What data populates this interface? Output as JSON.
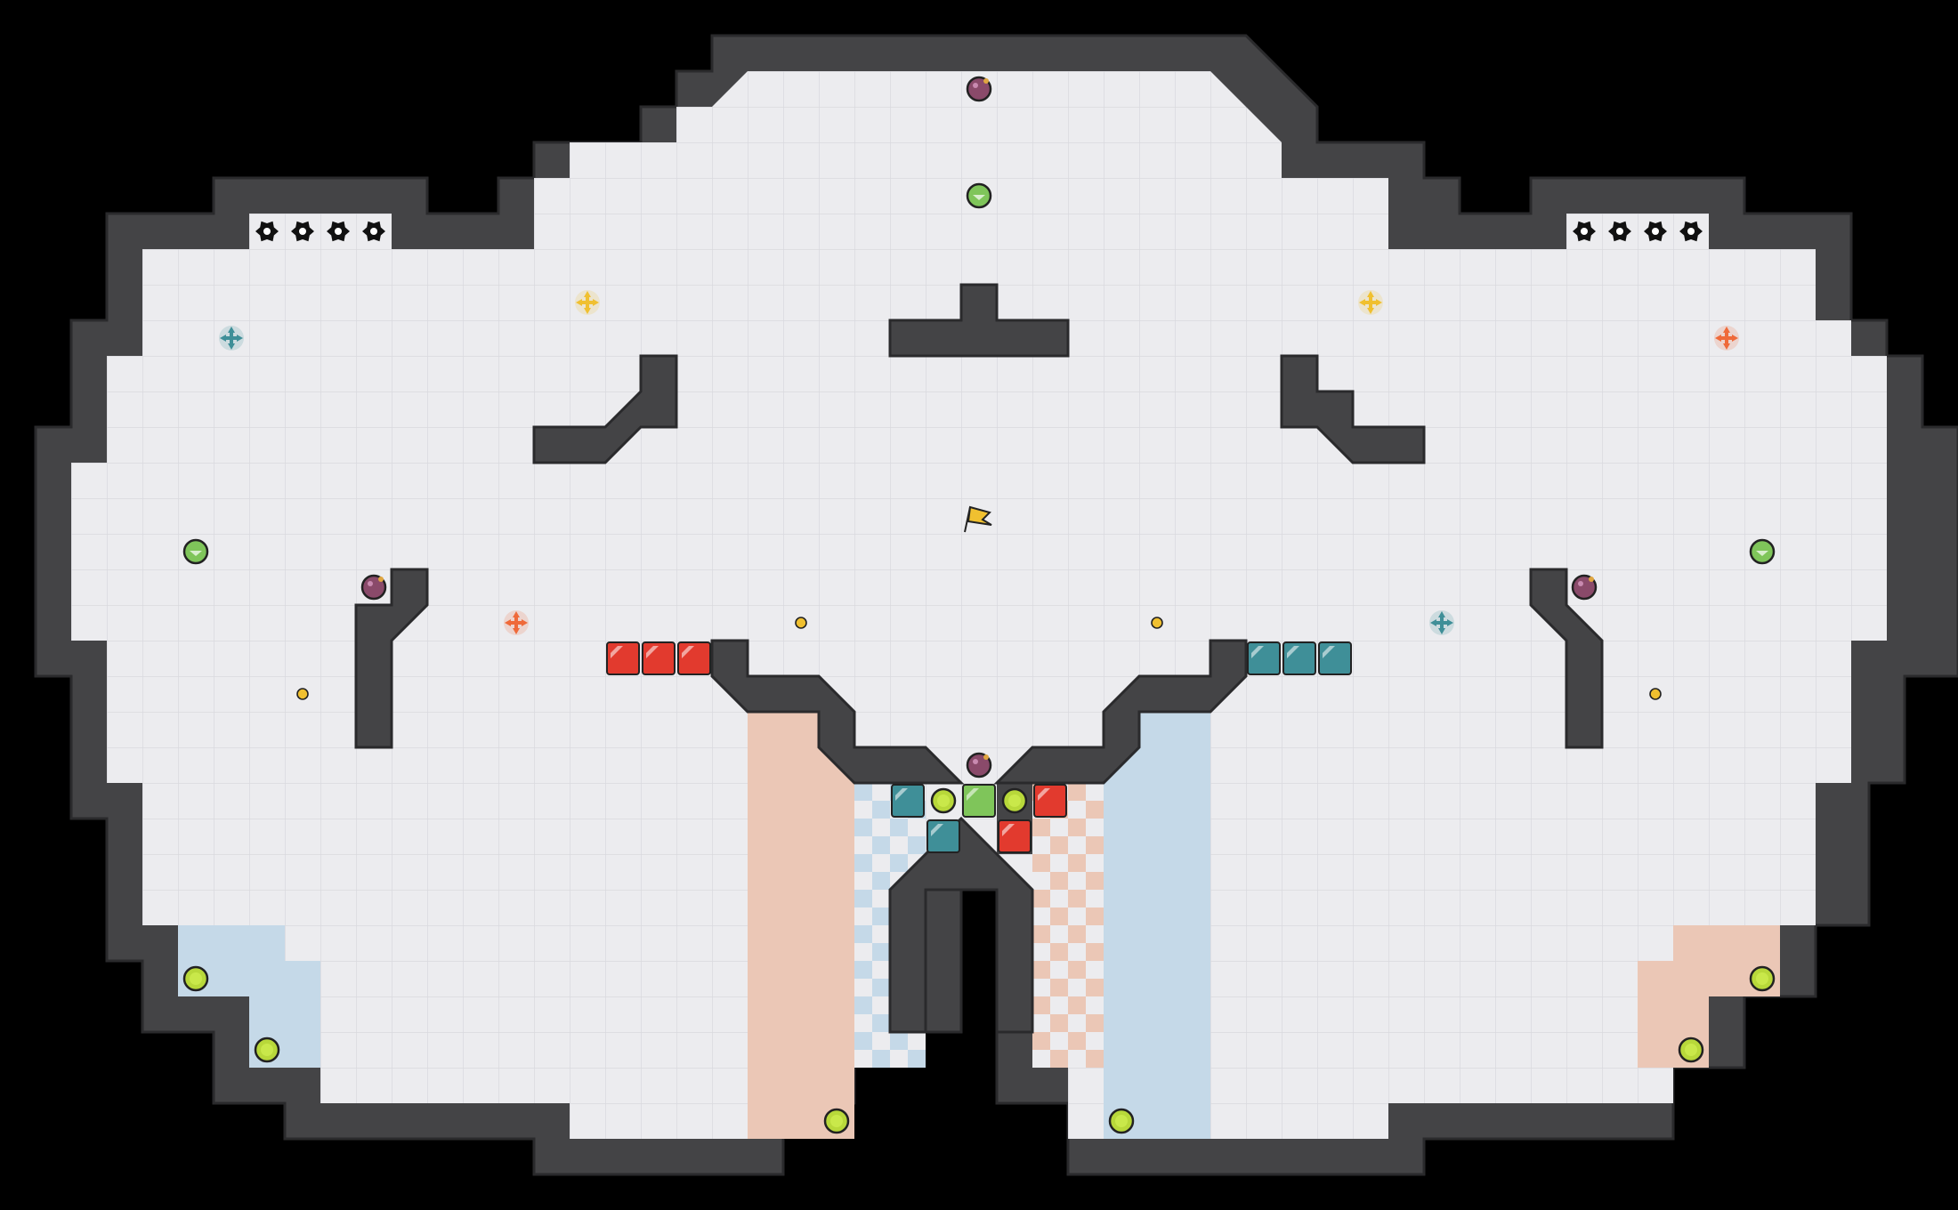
{
  "map": {
    "background": "#000000",
    "floor_color": "#ececef",
    "grid_color": "#d9d9de",
    "wall_color": "#444446",
    "wall_outline": "#2a2a2c",
    "red_zone_color": "#ebc7b6",
    "blue_zone_color": "#c5d9e8",
    "red_team_color": "#e23a2e",
    "blue_team_color": "#3f8f98",
    "neutral_color": "#7fc55a"
  },
  "objects": [
    {
      "kind": "flag",
      "team": "neutral",
      "icon": "yellow-flag-icon"
    },
    {
      "kind": "bomb",
      "icon": "bomb-icon"
    },
    {
      "kind": "powerup",
      "icon": "powerup-icon"
    },
    {
      "kind": "boost",
      "team": "red",
      "icon": "boost-red-icon"
    },
    {
      "kind": "boost",
      "team": "blue",
      "icon": "boost-blue-icon"
    },
    {
      "kind": "boost",
      "team": "neutral",
      "icon": "boost-yellow-icon"
    },
    {
      "kind": "spike",
      "icon": "spike-icon"
    },
    {
      "kind": "button",
      "icon": "button-icon"
    },
    {
      "kind": "gate",
      "team": "red",
      "icon": "red-gate-tile"
    },
    {
      "kind": "gate",
      "team": "blue",
      "icon": "blue-gate-tile"
    },
    {
      "kind": "gate",
      "team": "neutral",
      "icon": "green-gate-tile"
    },
    {
      "kind": "portal",
      "icon": "portal-icon"
    }
  ]
}
